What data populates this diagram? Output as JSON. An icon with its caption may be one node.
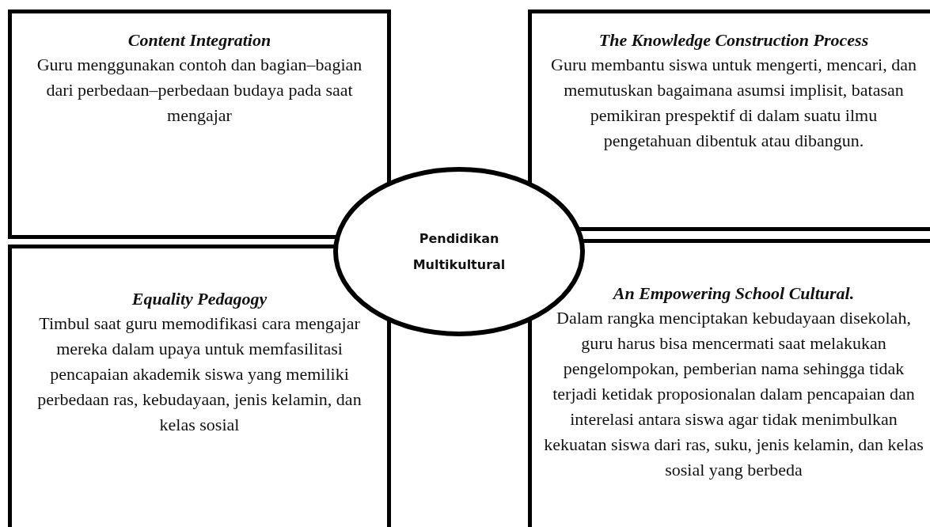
{
  "diagram": {
    "nodes": [
      {
        "text": [
          "Content Integration",
          "Guru menggunakan contoh dan bagian–bagian dari perbedaan–perbedaan budaya pada saat mengajar"
        ]
      },
      {
        "text": [
          "The Knowledge Construction Process",
          "Guru membantu siswa untuk mengerti, mencari, dan memutuskan bagaimana asumsi implisit, batasan pemikiran prespektif di dalam suatu ilmu pengetahuan dibentuk atau dibangun."
        ]
      },
      {
        "text": [
          "Pendidikan Multikultural"
        ]
      },
      {
        "text": [
          "Equality Pedagogy",
          "Timbul saat guru memodifikasi cara mengajar mereka dalam upaya untuk memfasilitasi pencapaian akademik siswa yang memiliki perbedaan ras, kebudayaan, jenis kelamin, dan kelas sosial"
        ]
      },
      {
        "text": [
          "An Empowering School Cultural.",
          "Dalam rangka menciptakan kebudayaan disekolah, guru harus bisa mencermati saat melakukan pengelompokan, pemberian nama sehingga tidak terjadi ketidak proposionalan dalam pencapaian dan interelasi antara siswa agar tidak menimbulkan kekuatan siswa dari ras, suku, jenis kelamin, dan kelas sosial yang berbeda"
        ]
      }
    ]
  }
}
